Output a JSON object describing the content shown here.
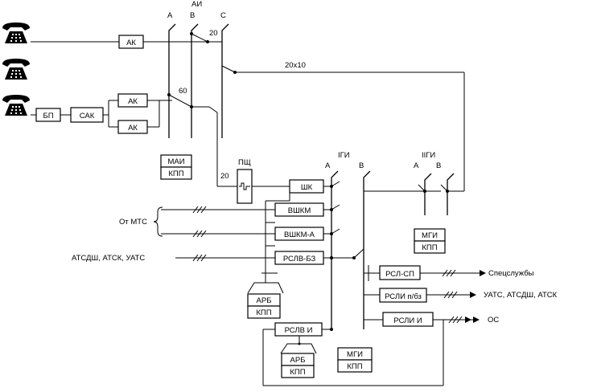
{
  "labels": {
    "ai": "АИ",
    "col_a": "А",
    "col_b": "В",
    "col_c": "С",
    "num_20_top": "20",
    "num_20x10": "20x10",
    "num_60": "60",
    "num_20_psh": "20",
    "pshch": "ПЩ",
    "igi": "IГИ",
    "igi_a": "А",
    "igi_b": "В",
    "iigi": "IIГИ",
    "iigi_a": "А",
    "iigi_b": "В",
    "ot_mts": "От МТС",
    "atsdsh": "АТСДШ, АТСК, УАТС",
    "spetssluzhby": "Спецслужбы",
    "uats_out": "УАТС, АТСДШ, АТСК",
    "os": "ОС"
  },
  "boxes": {
    "ak1": "АК",
    "ak2": "АК",
    "ak3": "АК",
    "bp": "БП",
    "sak": "САК",
    "mai": "МАИ",
    "kpp_mai": "КПП",
    "shk": "ШК",
    "vshkm": "ВШКМ",
    "vshkm_a": "ВШКМ-А",
    "rslv_bz": "РСЛВ-БЗ",
    "arb1": "АРБ",
    "kpp_arb1": "КПП",
    "rslv_i": "РСЛВ И",
    "arb2": "АРБ",
    "kpp_arb2": "КПП",
    "mgi_bottom": "МГИ",
    "kpp_mgi_bottom": "КПП",
    "mgi_right": "МГИ",
    "kpp_mgi_right": "КПП",
    "rsl_sp": "РСЛ-СП",
    "rsli_pbz": "РСЛИ п/бз",
    "rsli_i": "РСЛИ И"
  }
}
